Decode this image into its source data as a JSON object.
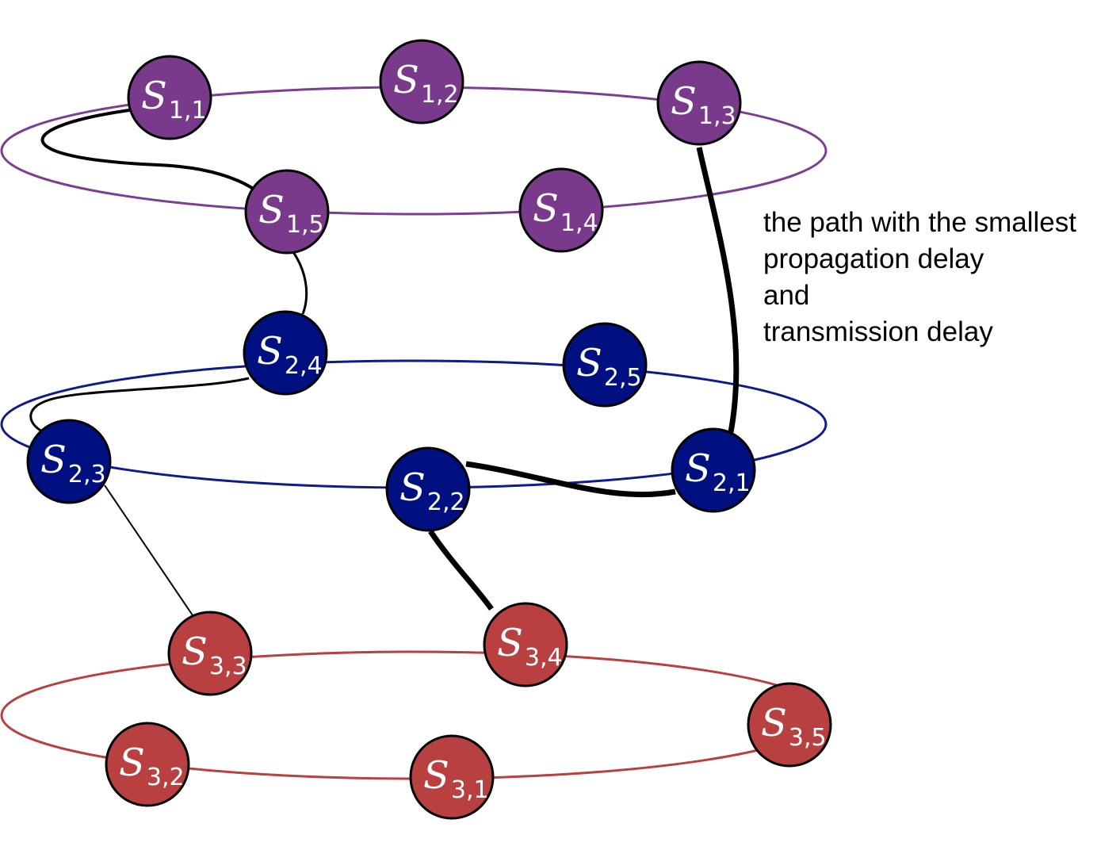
{
  "caption": {
    "line1": "the path with the smallest",
    "line2": "propagation delay",
    "line3": "and",
    "line4": "transmission delay"
  },
  "colors": {
    "ring1": "#7a3f91",
    "ring2": "#0f1a8c",
    "ring3": "#b84040",
    "node1": "#7a3a8c",
    "node2": "#001080",
    "node3": "#b84040",
    "path": "#000000"
  },
  "nodes": [
    {
      "id": "s11",
      "base": "S",
      "sub": "1,1",
      "ring": 1
    },
    {
      "id": "s12",
      "base": "S",
      "sub": "1,2",
      "ring": 1
    },
    {
      "id": "s13",
      "base": "S",
      "sub": "1,3",
      "ring": 1
    },
    {
      "id": "s14",
      "base": "S",
      "sub": "1,4",
      "ring": 1
    },
    {
      "id": "s15",
      "base": "S",
      "sub": "1,5",
      "ring": 1
    },
    {
      "id": "s21",
      "base": "S",
      "sub": "2,1",
      "ring": 2
    },
    {
      "id": "s22",
      "base": "S",
      "sub": "2,2",
      "ring": 2
    },
    {
      "id": "s23",
      "base": "S",
      "sub": "2,3",
      "ring": 2
    },
    {
      "id": "s24",
      "base": "S",
      "sub": "2,4",
      "ring": 2
    },
    {
      "id": "s25",
      "base": "S",
      "sub": "2,5",
      "ring": 2
    },
    {
      "id": "s31",
      "base": "S",
      "sub": "3,1",
      "ring": 3
    },
    {
      "id": "s32",
      "base": "S",
      "sub": "3,2",
      "ring": 3
    },
    {
      "id": "s33",
      "base": "S",
      "sub": "3,3",
      "ring": 3
    },
    {
      "id": "s34",
      "base": "S",
      "sub": "3,4",
      "ring": 3
    },
    {
      "id": "s35",
      "base": "S",
      "sub": "3,5",
      "ring": 3
    }
  ],
  "links": [
    {
      "id": "s11-s15",
      "from": "s11",
      "to": "s15",
      "weight": "thin"
    },
    {
      "id": "s15-s24",
      "from": "s15",
      "to": "s24",
      "weight": "thin"
    },
    {
      "id": "s24-s23",
      "from": "s24",
      "to": "s23",
      "weight": "thin"
    },
    {
      "id": "s23-s33",
      "from": "s23",
      "to": "s33",
      "weight": "thin"
    },
    {
      "id": "s13-s21",
      "from": "s13",
      "to": "s21",
      "weight": "thick"
    },
    {
      "id": "s21-s22",
      "from": "s21",
      "to": "s22",
      "weight": "thick"
    },
    {
      "id": "s22-s34",
      "from": "s22",
      "to": "s34",
      "weight": "thick"
    }
  ]
}
